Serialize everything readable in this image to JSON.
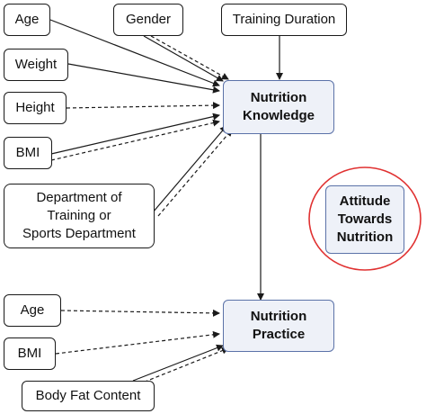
{
  "colors": {
    "central_fill": "#eef1f8",
    "central_border": "#5b72a8",
    "highlight_ring": "#e03131",
    "line": "#1a1a1a"
  },
  "nodes": {
    "age_top": "Age",
    "weight": "Weight",
    "height": "Height",
    "bmi_top": "BMI",
    "department": [
      "Department of",
      "Training or",
      "Sports Department"
    ],
    "gender": "Gender",
    "training_duration": "Training Duration",
    "nutrition_knowledge": [
      "Nutrition",
      "Knowledge"
    ],
    "attitude": [
      "Attitude",
      "Towards",
      "Nutrition"
    ],
    "age_bottom": "Age",
    "bmi_bottom": "BMI",
    "body_fat": "Body Fat Content",
    "nutrition_practice": [
      "Nutrition",
      "Practice"
    ]
  },
  "edges": [
    {
      "from": "age_top",
      "to": "nutrition_knowledge",
      "style": "solid"
    },
    {
      "from": "weight",
      "to": "nutrition_knowledge",
      "style": "solid"
    },
    {
      "from": "height",
      "to": "nutrition_knowledge",
      "style": "dashed"
    },
    {
      "from": "bmi_top",
      "to": "nutrition_knowledge",
      "style": "solid"
    },
    {
      "from": "bmi_top",
      "to": "nutrition_knowledge",
      "style": "dashed"
    },
    {
      "from": "department",
      "to": "nutrition_knowledge",
      "style": "solid"
    },
    {
      "from": "department",
      "to": "nutrition_knowledge",
      "style": "dashed"
    },
    {
      "from": "gender",
      "to": "nutrition_knowledge",
      "style": "solid"
    },
    {
      "from": "gender",
      "to": "nutrition_knowledge",
      "style": "dashed"
    },
    {
      "from": "training_duration",
      "to": "nutrition_knowledge",
      "style": "solid"
    },
    {
      "from": "nutrition_knowledge",
      "to": "nutrition_practice",
      "style": "solid"
    },
    {
      "from": "age_bottom",
      "to": "nutrition_practice",
      "style": "dashed"
    },
    {
      "from": "bmi_bottom",
      "to": "nutrition_practice",
      "style": "dashed"
    },
    {
      "from": "body_fat",
      "to": "nutrition_practice",
      "style": "solid"
    },
    {
      "from": "body_fat",
      "to": "nutrition_practice",
      "style": "dashed"
    }
  ]
}
